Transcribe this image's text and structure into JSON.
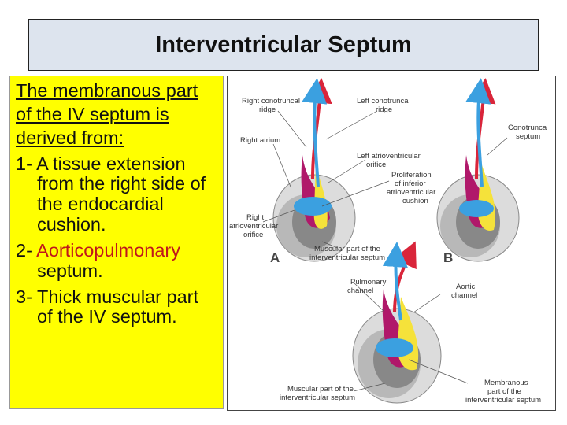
{
  "title": "Interventricular Septum",
  "text": {
    "intro_lines": [
      "The membranous part",
      " of the IV septum is",
      " derived from:"
    ],
    "items": [
      {
        "num": "1- ",
        "text": "A tissue extension from the right side of the endocardial cushion."
      },
      {
        "num": "2- ",
        "highlight": "Aorticopulmonary",
        "text": " septum."
      },
      {
        "num": "3- ",
        "text": "Thick muscular part of the IV septum."
      }
    ]
  },
  "figure": {
    "labels": {
      "right_conotruncal_ridge": [
        "Right conotruncal",
        "ridge"
      ],
      "left_conotruncal_ridge": [
        "Left conotrunca",
        "ridge"
      ],
      "right_atrium": [
        "Right atrium"
      ],
      "left_av_orifice": [
        "Left atrioventricular",
        "orifice"
      ],
      "conotruncal_septum": [
        "Conotrunca",
        "septum"
      ],
      "proliferation": [
        "Proliferation",
        "of inferior",
        "atrioventricular",
        "cushion"
      ],
      "right_av_orifice": [
        "Right",
        "atrioventricular",
        "orifice"
      ],
      "muscular_part_a": [
        "Muscular part of the",
        "interventricular septum"
      ],
      "pulmonary_channel": [
        "Pulmonary",
        "channel"
      ],
      "aortic_channel": [
        "Aortic",
        "channel"
      ],
      "muscular_part_c": [
        "Muscular part of the",
        "interventricular septum"
      ],
      "membranous_part": [
        "Membranous",
        "part of the",
        "interventricular septum"
      ]
    },
    "panel_letters": {
      "a": "A",
      "b": "B"
    }
  },
  "colors": {
    "title_bg": "#dde4ee",
    "text_bg": "#ffff00",
    "highlight": "#c0161b",
    "red": "#d9253a",
    "blue": "#3ba0e0",
    "magenta": "#b0186a",
    "yellow": "#f5e23a"
  }
}
